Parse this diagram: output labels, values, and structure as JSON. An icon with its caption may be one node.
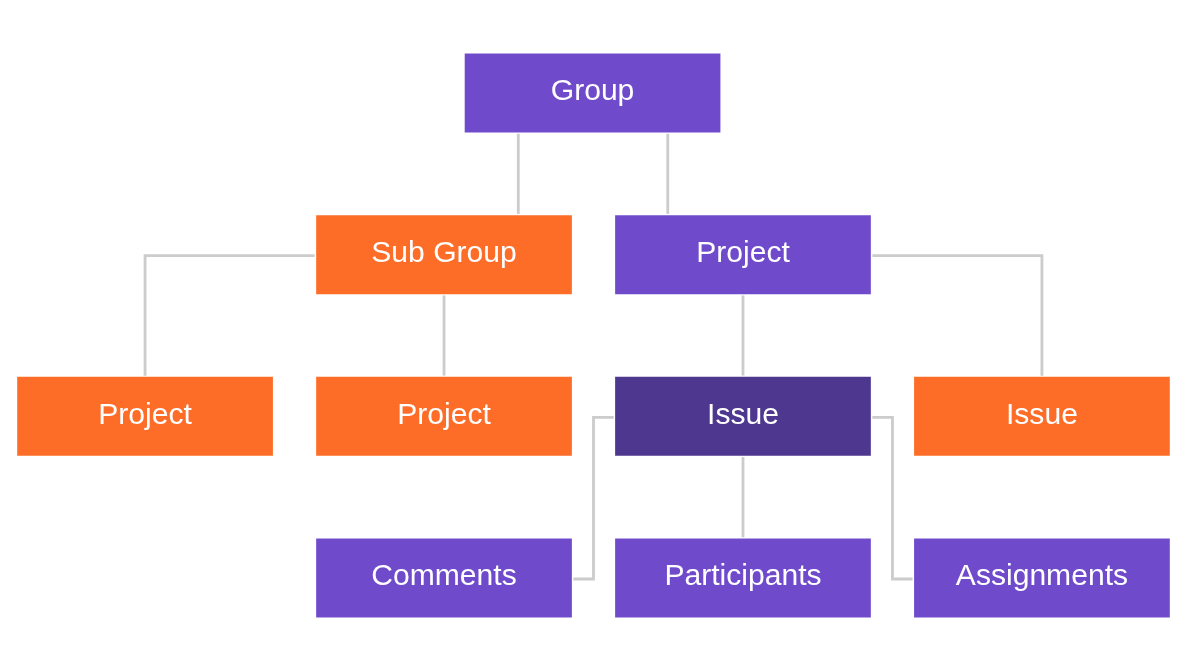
{
  "diagram": {
    "nodes": [
      {
        "text": [
          "Group"
        ]
      },
      {
        "text": [
          "Sub Group"
        ]
      },
      {
        "text": [
          "Project"
        ]
      },
      {
        "text": [
          "Project"
        ]
      },
      {
        "text": [
          "Project"
        ]
      },
      {
        "text": [
          "Issue"
        ]
      },
      {
        "text": [
          "Issue"
        ]
      },
      {
        "text": [
          "Comments"
        ]
      },
      {
        "text": [
          "Participants"
        ]
      },
      {
        "text": [
          "Assignments"
        ]
      }
    ],
    "edges": [
      {
        "from": 0,
        "to": 1,
        "arrow": "none"
      },
      {
        "from": 0,
        "to": 2,
        "arrow": "none"
      },
      {
        "from": 1,
        "to": 3,
        "arrow": "none"
      },
      {
        "from": 1,
        "to": 4,
        "arrow": "none"
      },
      {
        "from": 2,
        "to": 5,
        "arrow": "none"
      },
      {
        "from": 2,
        "to": 6,
        "arrow": "none"
      },
      {
        "from": 5,
        "to": 7,
        "arrow": "none"
      },
      {
        "from": 5,
        "to": 8,
        "arrow": "none"
      },
      {
        "from": 5,
        "to": 9,
        "arrow": "none"
      }
    ]
  }
}
